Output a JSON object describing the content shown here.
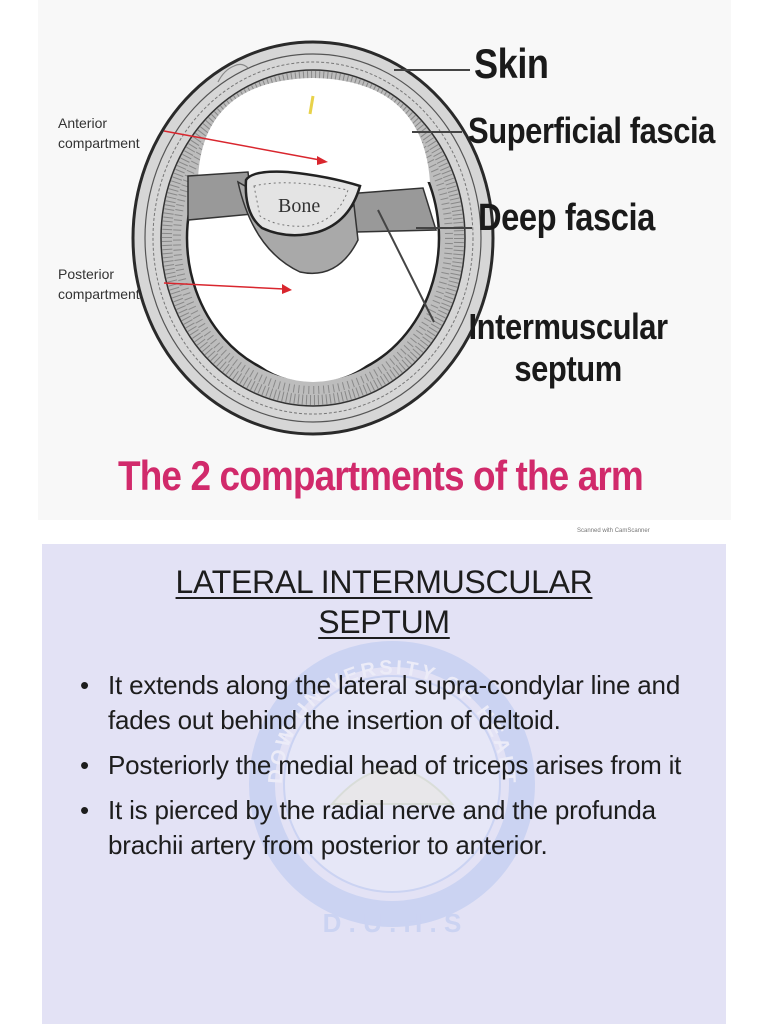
{
  "diagram": {
    "bone_label": "Bone",
    "left_labels": {
      "anterior": [
        "Anterior",
        "compartment"
      ],
      "posterior": [
        "Posterior",
        "compartment"
      ]
    },
    "right_labels": {
      "skin": "Skin",
      "superficial_fascia": "Superficial fascia",
      "deep_fascia": "Deep fascia",
      "intermuscular_septum": [
        "Intermuscular",
        "septum"
      ]
    },
    "caption": "The 2 compartments of the arm",
    "scan_note": "Scanned with CamScanner",
    "colors": {
      "caption": "#d12a6b",
      "arrow": "#d9262e"
    }
  },
  "slide": {
    "title_lines": [
      "LATERAL INTERMUSCULAR",
      "SEPTUM"
    ],
    "bullets": [
      "It extends along the lateral supra-condylar line and fades out behind the insertion of deltoid.",
      "Posteriorly the medial head of triceps arises from it",
      "It is pierced by the radial nerve and the profunda brachii artery from posterior to anterior."
    ],
    "watermark": {
      "arc_text": "DOW UNIVERSITY OF HEALTH SCIENCES",
      "bottom_text": "D . U . H . S"
    },
    "background": "#e3e2f5"
  }
}
